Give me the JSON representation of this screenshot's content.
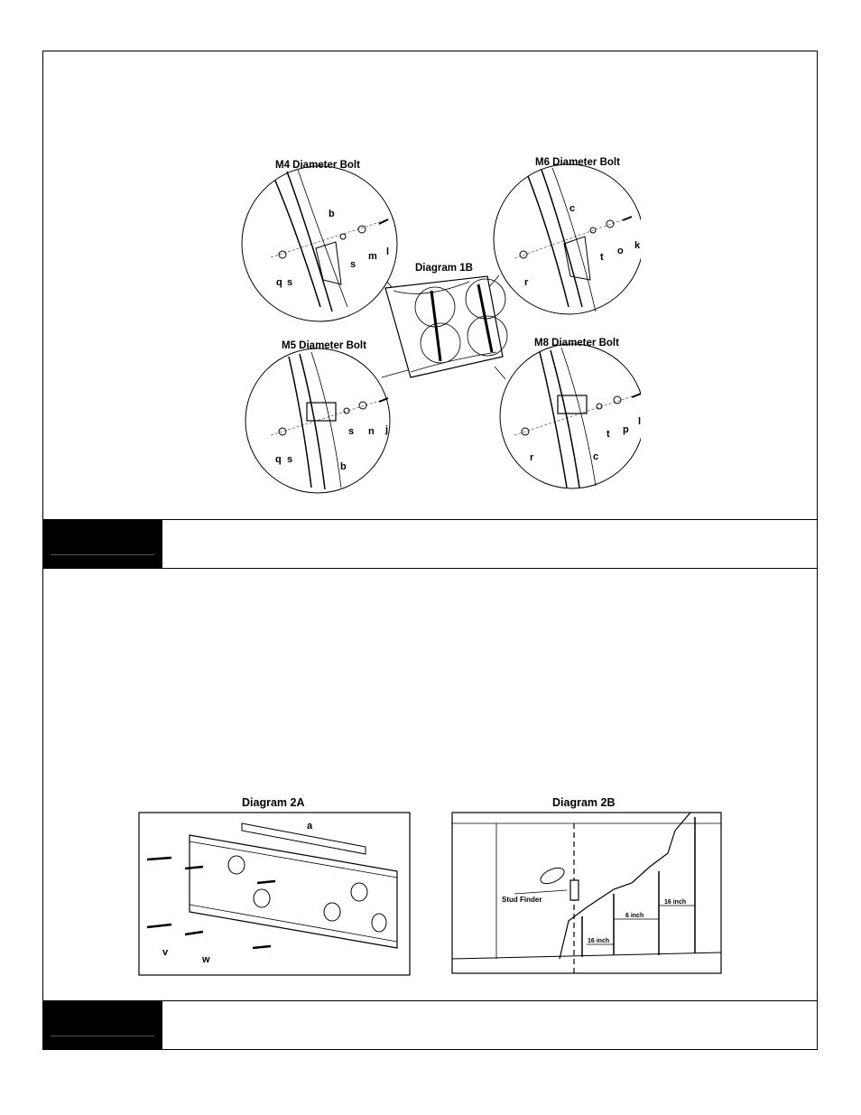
{
  "diagram1": {
    "title": "Diagram 1B",
    "m4": {
      "title": "M4 Diameter Bolt",
      "labels": [
        "b",
        "q",
        "s",
        "s",
        "m",
        "l"
      ]
    },
    "m6": {
      "title": "M6 Diameter Bolt",
      "labels": [
        "c",
        "r",
        "t",
        "o",
        "k"
      ]
    },
    "m5": {
      "title": "M5 Diameter Bolt",
      "labels": [
        "q",
        "s",
        "s",
        "n",
        "j",
        "b"
      ]
    },
    "m8": {
      "title": "M8 Diameter Bolt",
      "labels": [
        "r",
        "t",
        "p",
        "l",
        "c"
      ]
    }
  },
  "diagram2a": {
    "title": "Diagram 2A",
    "labels": [
      "a",
      "v",
      "w"
    ]
  },
  "diagram2b": {
    "title": "Diagram 2B",
    "stud_finder": "Stud Finder",
    "dim1": "16 inch",
    "dim2": "6 inch",
    "dim3": "16 inch"
  }
}
